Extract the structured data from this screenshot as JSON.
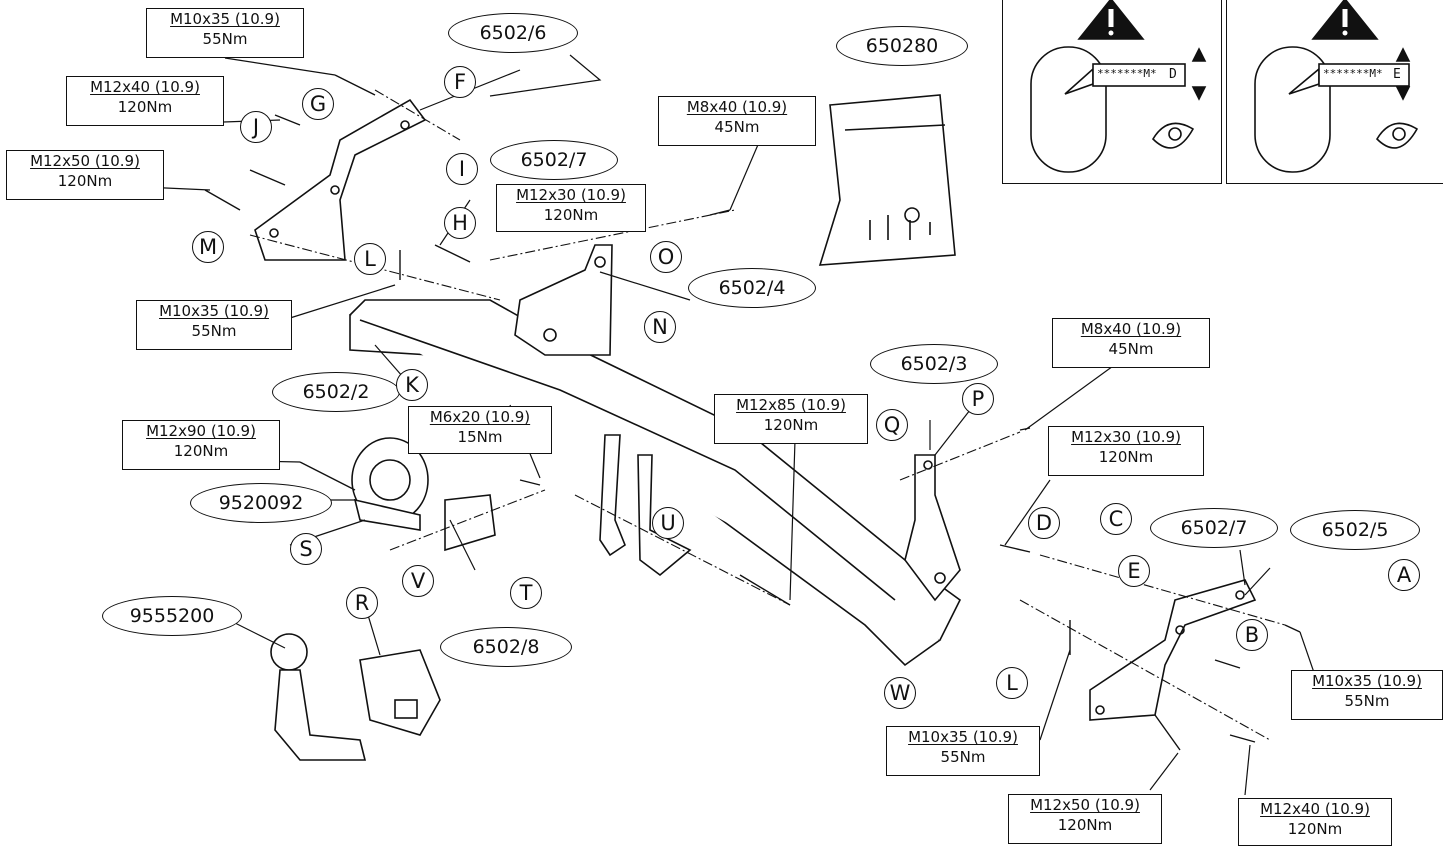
{
  "part_numbers": {
    "p6502_6": "6502/6",
    "p6502_7a": "6502/7",
    "p6502_4": "6502/4",
    "p6502_2": "6502/2",
    "p650280": "650280",
    "p6502_3": "6502/3",
    "p6502_7b": "6502/7",
    "p6502_5": "6502/5",
    "p9520092": "9520092",
    "p6502_8": "6502/8",
    "p9555200": "9555200"
  },
  "specs": {
    "s1": {
      "bolt": "M10x35 (10.9)",
      "torque": "55Nm"
    },
    "s2": {
      "bolt": "M12x40 (10.9)",
      "torque": "120Nm"
    },
    "s3": {
      "bolt": "M12x50 (10.9)",
      "torque": "120Nm"
    },
    "s4": {
      "bolt": "M12x30 (10.9)",
      "torque": "120Nm"
    },
    "s5": {
      "bolt": "M8x40 (10.9)",
      "torque": "45Nm"
    },
    "s6": {
      "bolt": "M10x35 (10.9)",
      "torque": "55Nm"
    },
    "s7": {
      "bolt": "M8x40 (10.9)",
      "torque": "45Nm"
    },
    "s8": {
      "bolt": "M12x90 (10.9)",
      "torque": "120Nm"
    },
    "s9": {
      "bolt": "M6x20 (10.9)",
      "torque": "15Nm"
    },
    "s10": {
      "bolt": "M12x85 (10.9)",
      "torque": "120Nm"
    },
    "s11": {
      "bolt": "M12x30 (10.9)",
      "torque": "120Nm"
    },
    "s12": {
      "bolt": "M10x35 (10.9)",
      "torque": "55Nm"
    },
    "s13": {
      "bolt": "M10x35 (10.9)",
      "torque": "55Nm"
    },
    "s14": {
      "bolt": "M12x50 (10.9)",
      "torque": "120Nm"
    },
    "s15": {
      "bolt": "M12x40 (10.9)",
      "torque": "120Nm"
    }
  },
  "letters": {
    "F": "F",
    "G": "G",
    "J": "J",
    "I": "I",
    "H": "H",
    "M": "M",
    "L1": "L",
    "O": "O",
    "N": "N",
    "K": "K",
    "P": "P",
    "Q": "Q",
    "D": "D",
    "C": "C",
    "E": "E",
    "A": "A",
    "B": "B",
    "S": "S",
    "V": "V",
    "T": "T",
    "U": "U",
    "R": "R",
    "W": "W",
    "L2": "L"
  },
  "warnings": [
    {
      "code": "*******M*",
      "letter": "D"
    },
    {
      "code": "*******M*",
      "letter": "E"
    }
  ],
  "warning_icon": "warning-triangle-icon",
  "eye_icon": "eye-icon"
}
